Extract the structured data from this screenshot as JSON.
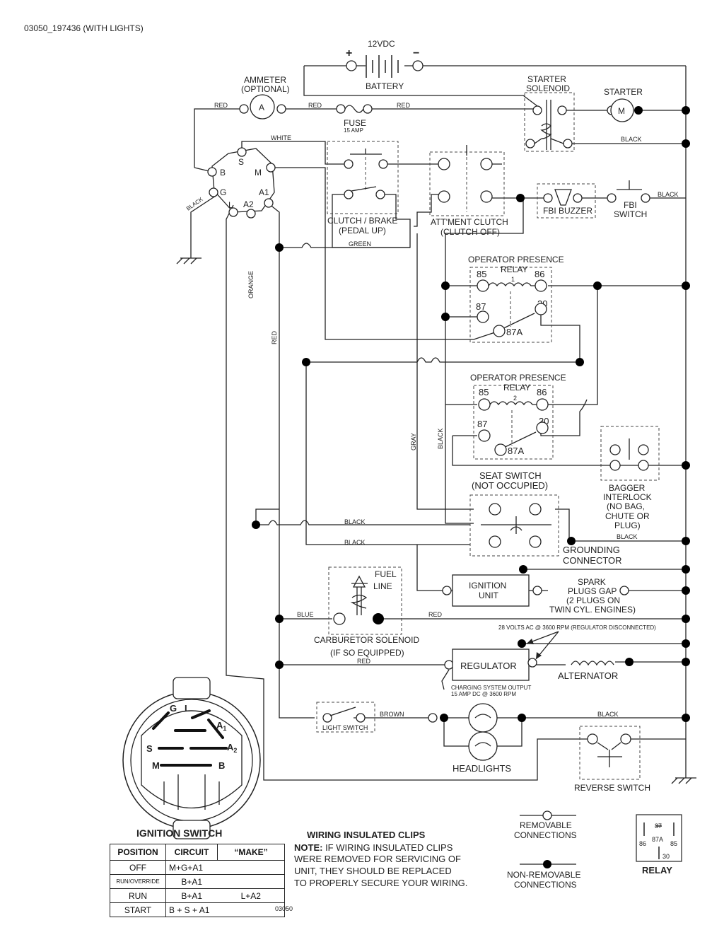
{
  "header": {
    "code": "03050_197436 (WITH LIGHTS)"
  },
  "battery": {
    "voltage": "12VDC",
    "label": "BATTERY",
    "plus": "+",
    "minus": "−"
  },
  "ammeter": {
    "label1": "AMMETER",
    "label2": "(OPTIONAL)",
    "letter": "A"
  },
  "fuse": {
    "label": "FUSE",
    "rating": "15 AMP"
  },
  "starter_solenoid": {
    "label1": "STARTER",
    "label2": "SOLENOID"
  },
  "starter": {
    "label": "STARTER",
    "letter": "M"
  },
  "wires": {
    "red": "RED",
    "white": "WHITE",
    "black": "BLACK",
    "green": "GREEN",
    "orange": "ORANGE",
    "gray": "GRAY",
    "blue": "BLUE",
    "brown": "BROWN"
  },
  "switch_terminals": {
    "b": "B",
    "s": "S",
    "m": "M",
    "g": "G",
    "a1": "A1",
    "l": "L",
    "a2": "A2"
  },
  "clutch_brake": {
    "label1": "CLUTCH / BRAKE",
    "label2": "(PEDAL UP)"
  },
  "attment_clutch": {
    "label1": "ATT'MENT CLUTCH",
    "label2": "(CLUTCH OFF)"
  },
  "fbi_buzzer": {
    "label": "FBI BUZZER"
  },
  "fbi_switch": {
    "label1": "FBI",
    "label2": "SWITCH"
  },
  "relay1": {
    "label1": "OPERATOR PRESENCE",
    "label2": "RELAY",
    "num": "1",
    "t85": "85",
    "t86": "86",
    "t87": "87",
    "t30": "30",
    "t87a": "87A"
  },
  "relay2": {
    "label1": "OPERATOR PRESENCE",
    "label2": "RELAY",
    "num": "2",
    "t85": "85",
    "t86": "86",
    "t87": "87",
    "t30": "30",
    "t87a": "87A"
  },
  "bagger": {
    "l1": "BAGGER",
    "l2": "INTERLOCK",
    "l3": "(NO BAG,",
    "l4": "CHUTE OR",
    "l5": "PLUG)"
  },
  "seat_switch": {
    "label1": "SEAT SWITCH",
    "label2": "(NOT OCCUPIED)"
  },
  "grounding": {
    "label1": "GROUNDING",
    "label2": "CONNECTOR"
  },
  "fuel_line": {
    "label1": "FUEL",
    "label2": "LINE"
  },
  "ignition_unit": {
    "label1": "IGNITION",
    "label2": "UNIT"
  },
  "spark": {
    "l1": "SPARK",
    "l2": "PLUGS GAP",
    "l3": "(2 PLUGS ON",
    "l4": "TWIN CYL. ENGINES)"
  },
  "carb": {
    "label1": "CARBURETOR SOLENOID",
    "label2": "(IF SO EQUIPPED)"
  },
  "regulator": {
    "label": "REGULATOR",
    "volts_note": "28 VOLTS AC @ 3600 RPM (REGULATOR DISCONNECTED)",
    "out1": "CHARGING SYSTEM OUTPUT",
    "out2": "15 AMP DC @ 3600 RPM"
  },
  "alternator": {
    "label": "ALTERNATOR"
  },
  "light_switch": {
    "label": "LIGHT SWITCH"
  },
  "headlights": {
    "label": "HEADLIGHTS"
  },
  "reverse_switch": {
    "label": "REVERSE SWITCH"
  },
  "ignition_switch": {
    "title": "IGNITION SWITCH",
    "face": {
      "g": "G",
      "l": "L",
      "a1": "A",
      "a1_sub": "1",
      "s": "S",
      "a2": "A",
      "a2_sub": "2",
      "m": "M",
      "b": "B"
    },
    "table": {
      "headers": [
        "POSITION",
        "CIRCUIT",
        "“MAKE”"
      ],
      "rows": [
        {
          "pos": "OFF",
          "c1": "M+G+A1",
          "c2": ""
        },
        {
          "pos": "RUN/OVERRIDE",
          "c1": "B+A1",
          "c2": ""
        },
        {
          "pos": "RUN",
          "c1": "B+A1",
          "c2": "L+A2"
        },
        {
          "pos": "START",
          "c1": "B + S + A1",
          "c2": ""
        }
      ]
    }
  },
  "clips_note": {
    "title": "WIRING INSULATED CLIPS",
    "note_bold": "NOTE:",
    "line1": " IF WIRING INSULATED CLIPS",
    "line2": "WERE REMOVED FOR SERVICING OF",
    "line3": "UNIT, THEY SHOULD BE REPLACED",
    "line4": "TO PROPERLY SECURE YOUR WIRING."
  },
  "legend": {
    "removable1": "REMOVABLE",
    "removable2": "CONNECTIONS",
    "nonremovable1": "NON-REMOVABLE",
    "nonremovable2": "CONNECTIONS"
  },
  "relay_legend": {
    "label": "RELAY",
    "t87": "87",
    "t87a": "87A",
    "t86": "86",
    "t85": "85",
    "t30": "30"
  },
  "footer": {
    "code": "03050"
  }
}
